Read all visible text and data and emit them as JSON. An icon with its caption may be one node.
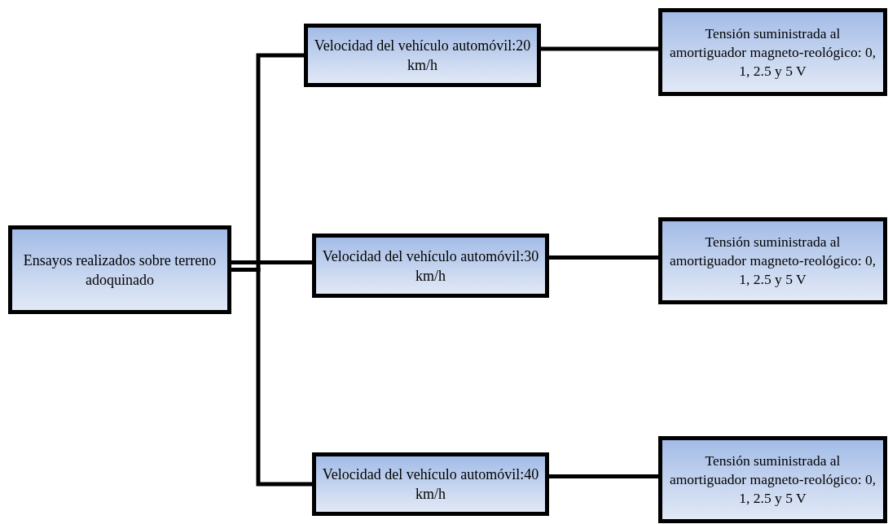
{
  "diagram": {
    "nodes": [
      {
        "text": [
          "Ensayos realizados sobre terreno adoquinado"
        ]
      },
      {
        "text": [
          "Velocidad del vehículo automóvil:20 km/h"
        ]
      },
      {
        "text": [
          "Velocidad del vehículo automóvil:30 km/h"
        ]
      },
      {
        "text": [
          "Velocidad del vehículo automóvil:40 km/h"
        ]
      },
      {
        "text": [
          "Tensión suministrada al amortiguador magneto-reológico: 0, 1, 2.5 y 5 V"
        ]
      },
      {
        "text": [
          "Tensión suministrada al amortiguador magneto-reológico: 0, 1, 2.5 y 5 V"
        ]
      },
      {
        "text": [
          "Tensión suministrada al amortiguador magneto-reológico: 0, 1, 2.5 y 5 V"
        ]
      }
    ],
    "edges": [
      {
        "from": 0,
        "to": 1,
        "arrow": "none"
      },
      {
        "from": 0,
        "to": 2,
        "arrow": "none"
      },
      {
        "from": 0,
        "to": 3,
        "arrow": "none"
      },
      {
        "from": 1,
        "to": 4,
        "arrow": "none"
      },
      {
        "from": 2,
        "to": 5,
        "arrow": "none"
      },
      {
        "from": 3,
        "to": 6,
        "arrow": "none"
      }
    ]
  }
}
